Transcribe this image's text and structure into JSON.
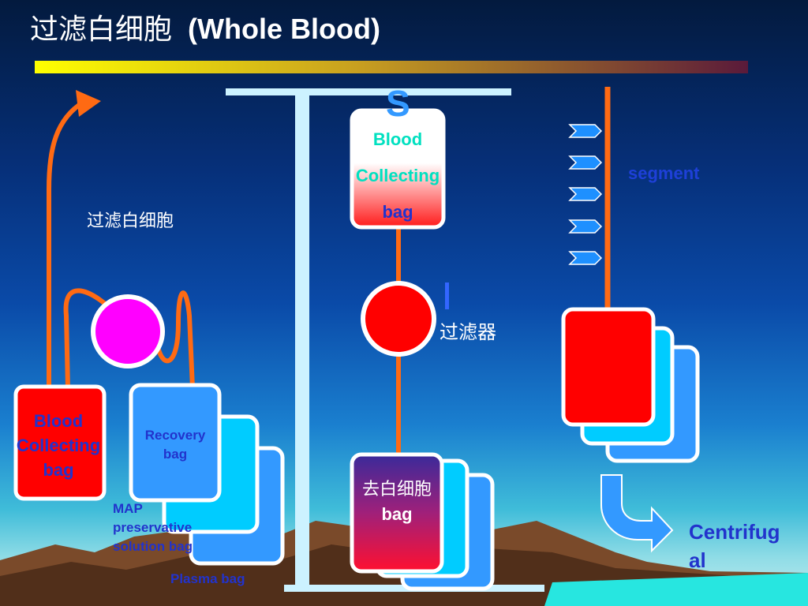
{
  "slide": {
    "title_cn": "过滤白细胞",
    "title_en": "(Whole Blood)"
  },
  "left_panel": {
    "filter_label": "过滤白细胞",
    "collecting_bag": [
      "Blood",
      "Collecting",
      "bag"
    ],
    "recovery_bag": [
      "Recovery",
      "bag"
    ],
    "map_label": [
      "MAP",
      "preservative",
      "solution bag"
    ],
    "plasma_label": "Plasma bag"
  },
  "middle_panel": {
    "stand_letter": "S",
    "collecting_bag": [
      "Blood",
      "Collecting",
      "bag"
    ],
    "filter_label": "过滤器",
    "result_bag": [
      "去白细胞",
      "bag"
    ]
  },
  "right_panel": {
    "segment_label": "segment",
    "centrifugal_label": [
      "Centrifug",
      "al"
    ]
  },
  "colors": {
    "accent_orange": "#ff6a13",
    "bag_red": "#ff0000",
    "filter_magenta": "#ff00ff",
    "bag_blue": "#3399ff",
    "bag_cyan": "#00ccff",
    "stand_color": "#ccf2ff",
    "label_blue": "#2233cc",
    "gold_bar": "#e6c619"
  }
}
